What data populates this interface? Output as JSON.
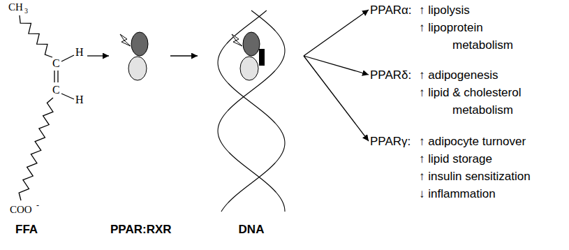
{
  "diagram": {
    "nodes": [
      {
        "text": [
          "FFA"
        ]
      },
      {
        "text": [
          "PPAR:RXR"
        ]
      },
      {
        "text": [
          "DNA"
        ]
      },
      {
        "text": [
          "PPARα:",
          "↑ lipolysis",
          "↑ lipoprotein metabolism"
        ]
      },
      {
        "text": [
          "PPARδ:",
          "↑ adipogenesis",
          "↑ lipid & cholesterol metabolism"
        ]
      },
      {
        "text": [
          "PPARγ:",
          "↑ adipocyte turnover",
          "↑ lipid storage",
          "↑ insulin sensitization",
          "↓ inflammation"
        ]
      }
    ],
    "edges": [
      {
        "from": 0,
        "to": 1,
        "arrow": "to"
      },
      {
        "from": 1,
        "to": 2,
        "arrow": "to"
      },
      {
        "from": 2,
        "to": 3,
        "arrow": "to"
      },
      {
        "from": 2,
        "to": 4,
        "arrow": "to"
      },
      {
        "from": 2,
        "to": 5,
        "arrow": "to"
      }
    ],
    "labels": [
      "CH",
      "3",
      "C",
      "H",
      "C",
      "H",
      "COO",
      "-"
    ]
  }
}
